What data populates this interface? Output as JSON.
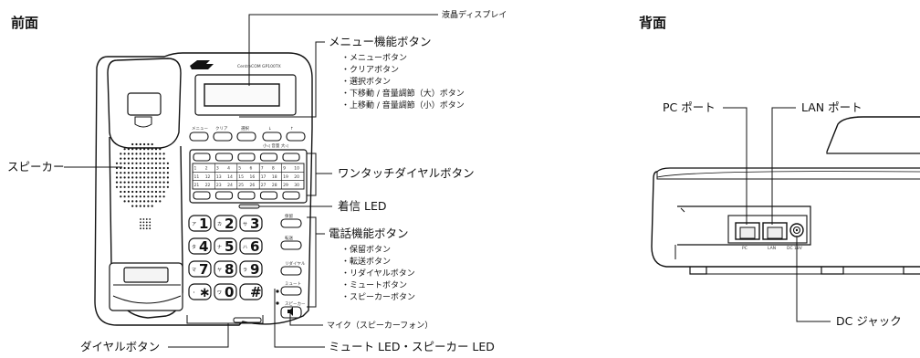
{
  "sections": {
    "front": "前面",
    "back": "背面"
  },
  "front": {
    "brand_model": "CentreCOM GP100TX",
    "softkeys": [
      "メニュー",
      "クリア",
      "選択",
      "↓",
      "↑"
    ],
    "softkey_sub": "小◁  音量  大◁",
    "callouts": {
      "lcd": "液晶ディスプレイ",
      "menu_buttons": "メニュー機能ボタン",
      "menu_items": [
        "・メニューボタン",
        "・クリアボタン",
        "・選択ボタン",
        "・下移動 / 音量調節（大）ボタン",
        "・上移動 / 音量調節（小）ボタン"
      ],
      "onetouch": "ワンタッチダイヤルボタン",
      "incoming_led": "着信 LED",
      "phone_buttons": "電話機能ボタン",
      "phone_items": [
        "・保留ボタン",
        "・転送ボタン",
        "・リダイヤルボタン",
        "・ミュートボタン",
        "・スピーカーボタン"
      ],
      "mic": "マイク（スピーカーフォン）",
      "mute_led": "ミュート LED・スピーカー LED",
      "dial_buttons": "ダイヤルボタン",
      "speaker": "スピーカー"
    },
    "func_keys": [
      "保留",
      "転送",
      "リダイヤル",
      "ミュート",
      "スピーカー"
    ],
    "onetouch_cells": [
      "1",
      "2",
      "3",
      "4",
      "5",
      "6",
      "7",
      "8",
      "9",
      "10",
      "11",
      "12",
      "13",
      "14",
      "15",
      "16",
      "17",
      "18",
      "19",
      "20",
      "21",
      "22",
      "23",
      "24",
      "25",
      "26",
      "27",
      "28",
      "29",
      "30"
    ],
    "dial_keys": [
      {
        "num": "1",
        "sub": "ア"
      },
      {
        "num": "2",
        "sub": "カ ABC"
      },
      {
        "num": "3",
        "sub": "サ DEF"
      },
      {
        "num": "4",
        "sub": "タ GHI"
      },
      {
        "num": "5",
        "sub": "ナ JKL"
      },
      {
        "num": "6",
        "sub": "ハ MNO"
      },
      {
        "num": "7",
        "sub": "マ PQRS"
      },
      {
        "num": "8",
        "sub": "ヤ TUV"
      },
      {
        "num": "9",
        "sub": "ラ WXYZ"
      },
      {
        "num": "∗",
        "sub": "・"
      },
      {
        "num": "0",
        "sub": "ワ"
      },
      {
        "num": "#",
        "sub": ""
      }
    ]
  },
  "back": {
    "callouts": {
      "pc_port": "PC ポート",
      "lan_port": "LAN ポート",
      "dc_jack": "DC ジャック"
    },
    "port_labels": {
      "pc": "PC",
      "lan": "LAN",
      "dc": "DC 18V"
    }
  }
}
